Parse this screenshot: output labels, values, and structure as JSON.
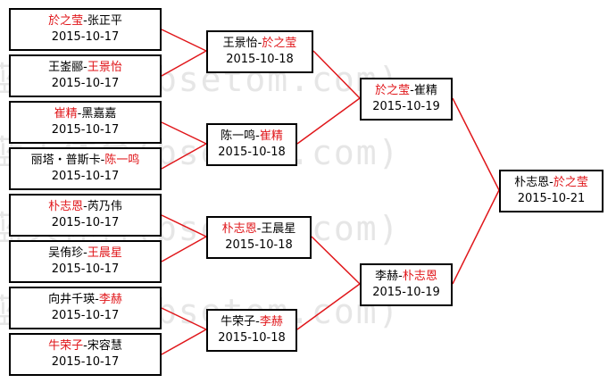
{
  "watermark": "蓝天体育(bsetom.com)",
  "round1": [
    {
      "a": "於之莹",
      "sep": "-",
      "b": "张正平",
      "date": "2015-10-17",
      "winner": "a"
    },
    {
      "a": "王崟郦",
      "sep": "-",
      "b": "王景怡",
      "date": "2015-10-17",
      "winner": "b"
    },
    {
      "a": "崔精",
      "sep": "-",
      "b": "黑嘉嘉",
      "date": "2015-10-17",
      "winner": "a"
    },
    {
      "a": "丽塔・普斯卡",
      "sep": "-",
      "b": "陈一鸣",
      "date": "2015-10-17",
      "winner": "b"
    },
    {
      "a": "朴志恩",
      "sep": "-",
      "b": "芮乃伟",
      "date": "2015-10-17",
      "winner": "a"
    },
    {
      "a": "吴侑珍",
      "sep": "-",
      "b": "王晨星",
      "date": "2015-10-17",
      "winner": "b"
    },
    {
      "a": "向井千瑛",
      "sep": "-",
      "b": "李赫",
      "date": "2015-10-17",
      "winner": "b"
    },
    {
      "a": "牛荣子",
      "sep": "-",
      "b": "宋容慧",
      "date": "2015-10-17",
      "winner": "a"
    }
  ],
  "round2": [
    {
      "a": "王景怡",
      "sep": "-",
      "b": "於之莹",
      "date": "2015-10-18",
      "winner": "b"
    },
    {
      "a": "陈一鸣",
      "sep": "-",
      "b": "崔精",
      "date": "2015-10-18",
      "winner": "b"
    },
    {
      "a": "朴志恩",
      "sep": "-",
      "b": "王晨星",
      "date": "2015-10-18",
      "winner": "a"
    },
    {
      "a": "牛荣子",
      "sep": "-",
      "b": "李赫",
      "date": "2015-10-18",
      "winner": "b"
    }
  ],
  "round3": [
    {
      "a": "於之莹",
      "sep": "-",
      "b": "崔精",
      "date": "2015-10-19",
      "winner": "a"
    },
    {
      "a": "李赫",
      "sep": "-",
      "b": "朴志恩",
      "date": "2015-10-19",
      "winner": "b"
    }
  ],
  "final": [
    {
      "a": "朴志恩",
      "sep": "-",
      "b": "於之莹",
      "date": "2015-10-21",
      "winner": "b"
    }
  ],
  "colors": {
    "winner": "#e0161a",
    "line": "#e0161a",
    "border": "#000000"
  }
}
